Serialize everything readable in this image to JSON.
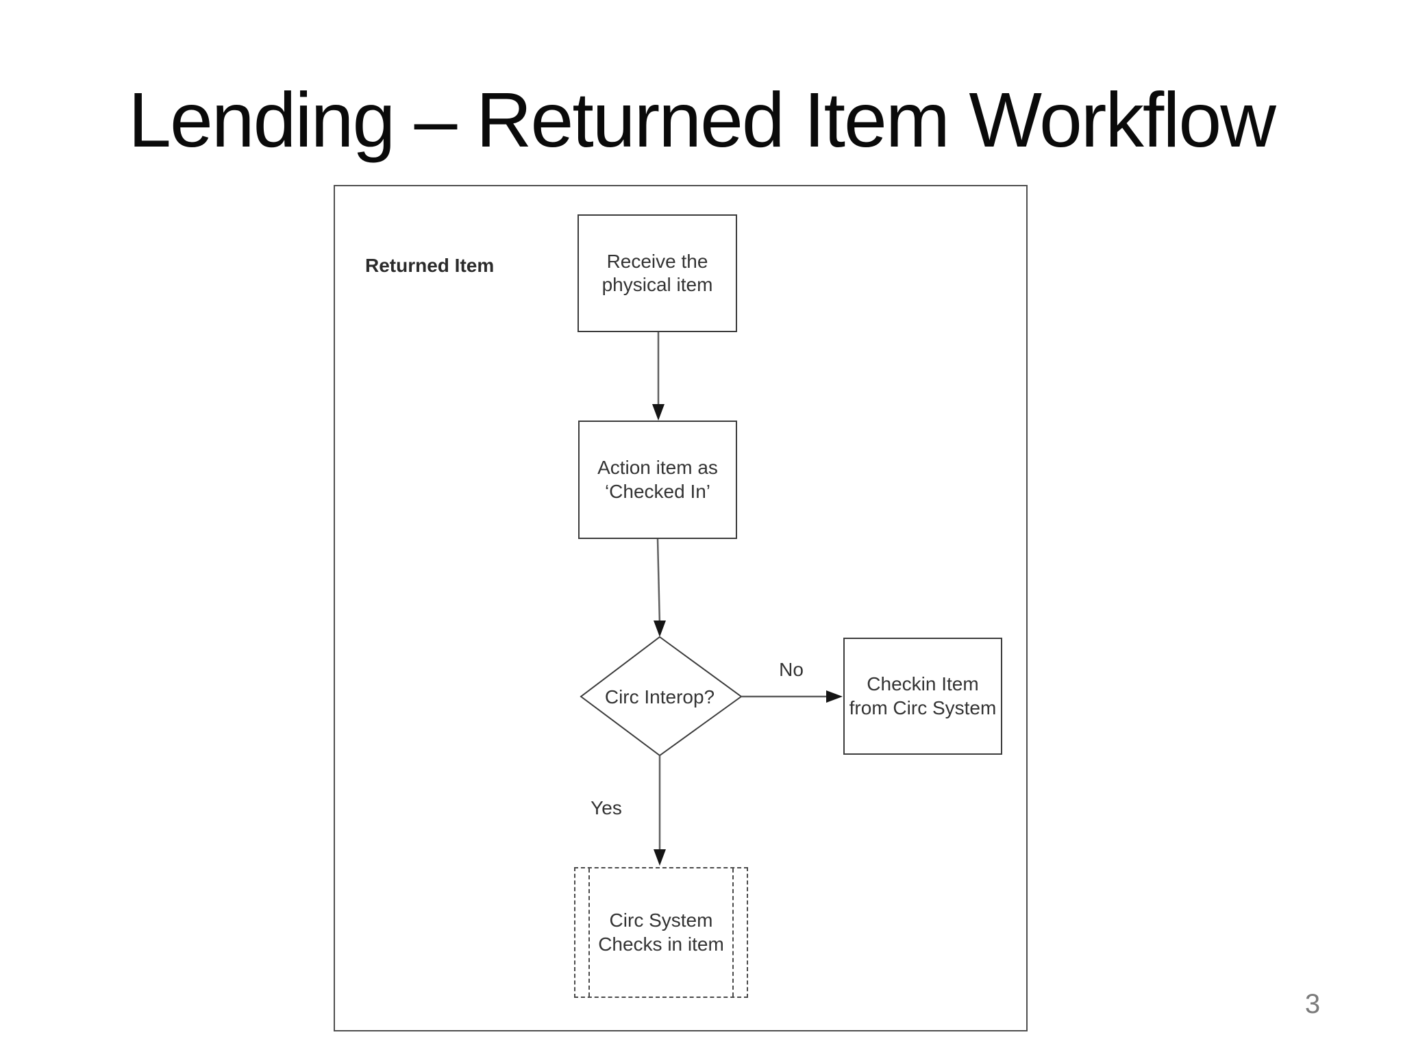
{
  "page": {
    "title": "Lending – Returned Item Workflow",
    "page_number": "3"
  },
  "diagram": {
    "section_label": "Returned Item",
    "nodes": {
      "receive": {
        "text": "Receive the\nphysical item"
      },
      "action": {
        "text": "Action item as\n‘Checked In’"
      },
      "decision": {
        "text": "Circ Interop?"
      },
      "checkin": {
        "text": "Checkin Item\nfrom Circ System"
      },
      "circ_system": {
        "text": "Circ System\nChecks in item"
      }
    },
    "edge_labels": {
      "no": "No",
      "yes": "Yes"
    },
    "colors": {
      "box_border": "#3b3b3b",
      "connector": "#5f5f5f",
      "arrowhead": "#151515",
      "text": "#333333",
      "page_number": "#7a7a7a"
    }
  }
}
